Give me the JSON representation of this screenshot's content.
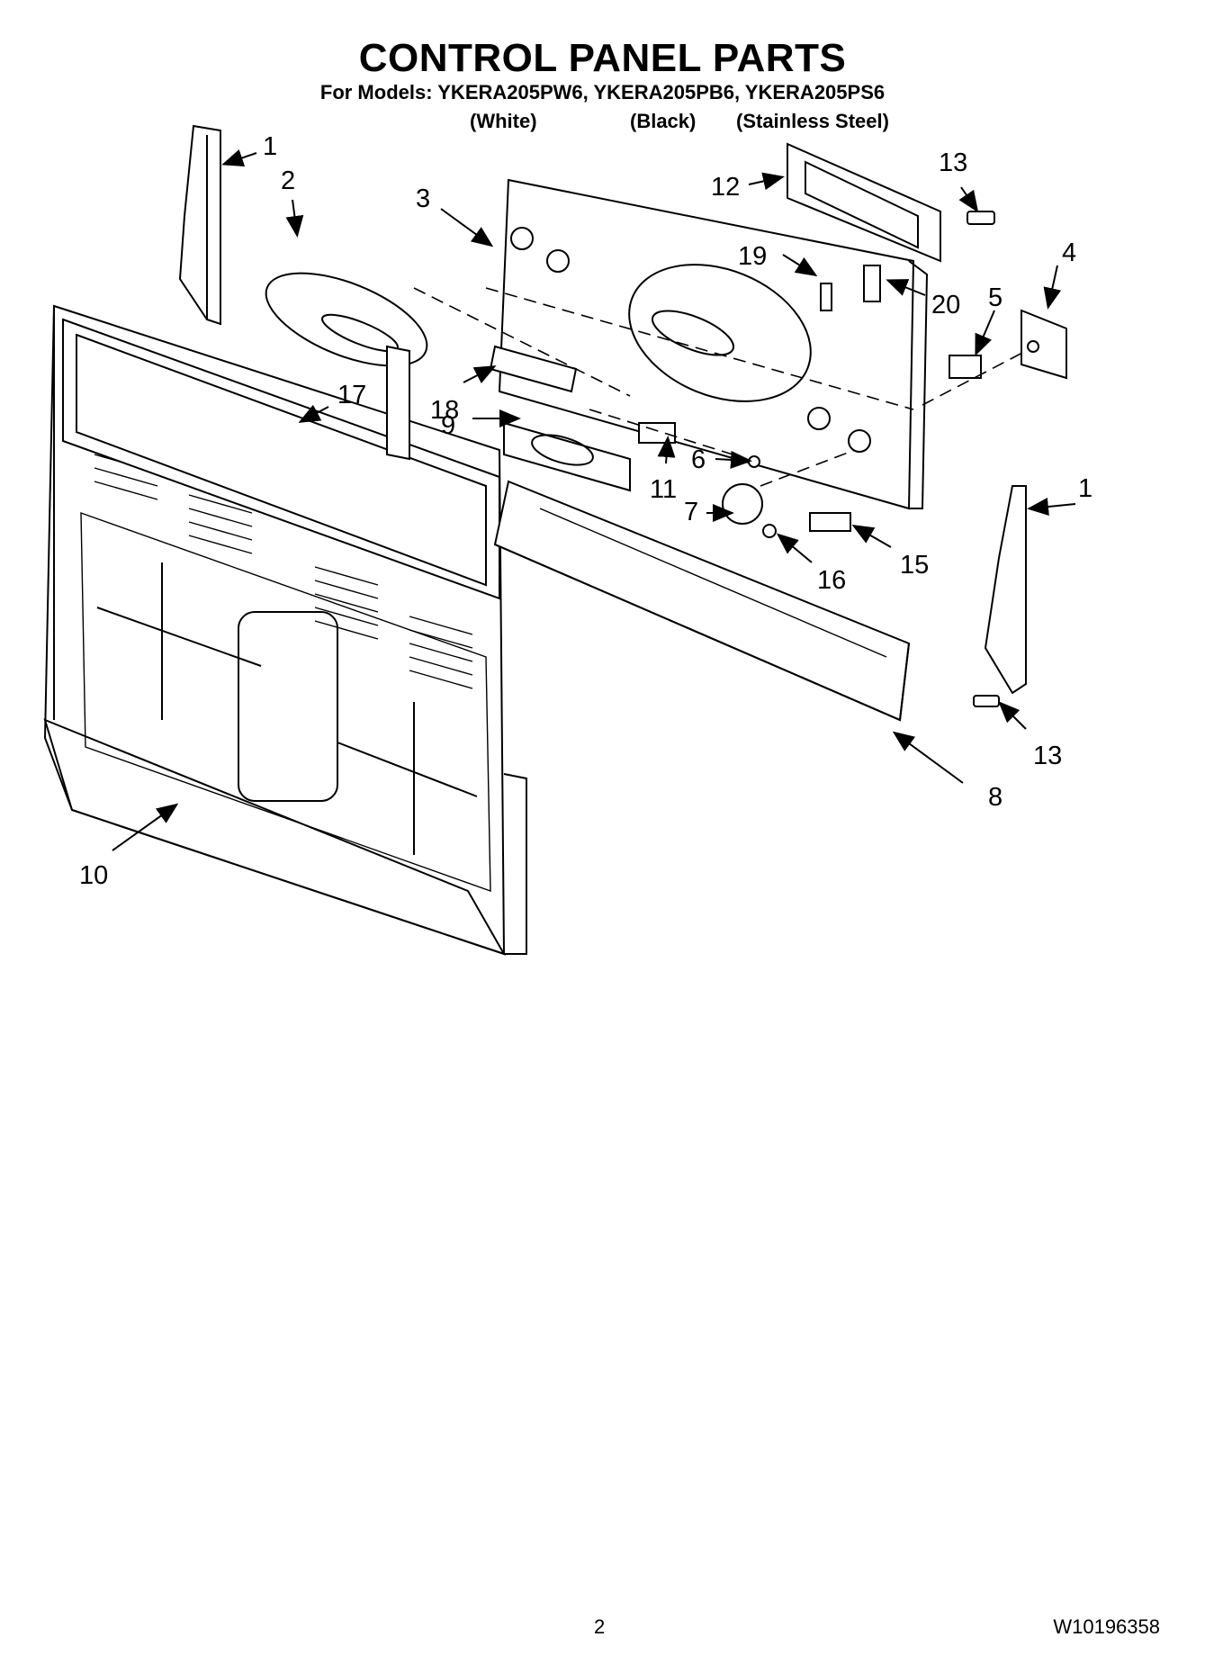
{
  "header": {
    "title": "CONTROL PANEL PARTS",
    "models": "For Models: YKERA205PW6, YKERA205PB6, YKERA205PS6",
    "variants": [
      "(White)",
      "(Black)",
      "(Stainless Steel)"
    ]
  },
  "callouts": {
    "c1a": "1",
    "c1b": "1",
    "c2": "2",
    "c3": "3",
    "c4": "4",
    "c5": "5",
    "c6": "6",
    "c7": "7",
    "c8": "8",
    "c9": "9",
    "c10": "10",
    "c11": "11",
    "c12": "12",
    "c13a": "13",
    "c13b": "13",
    "c15": "15",
    "c16": "16",
    "c17": "17",
    "c18": "18",
    "c19": "19",
    "c20": "20"
  },
  "footer": {
    "page_number": "2",
    "document_number": "W10196358"
  }
}
